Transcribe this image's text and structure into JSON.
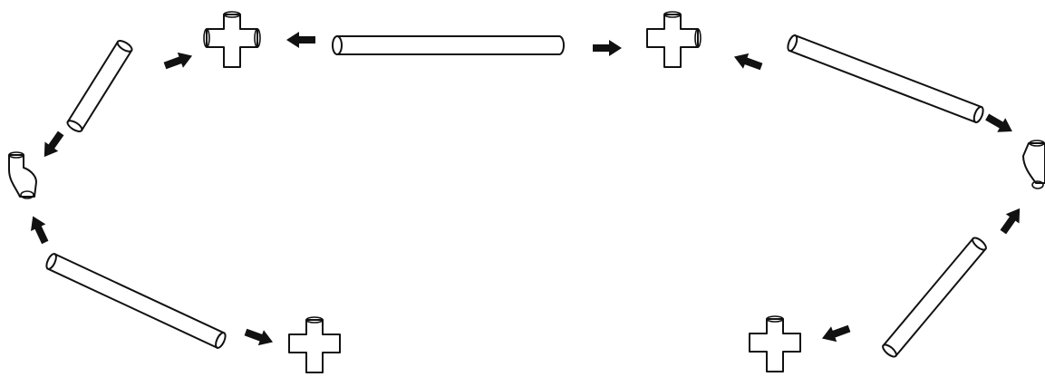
{
  "diagram": {
    "kind": "pipe-assembly-cycle",
    "colors": {
      "line": "#111111",
      "fill": "#ffffff",
      "arrow": "#111111"
    },
    "pipes": [
      {
        "id": "top-pipe"
      },
      {
        "id": "upper-left-pipe"
      },
      {
        "id": "upper-right-pipe"
      },
      {
        "id": "lower-left-pipe"
      },
      {
        "id": "lower-right-pipe"
      }
    ],
    "fittings": [
      {
        "id": "cross-top-left",
        "icon": "cross-fitting-icon"
      },
      {
        "id": "cross-top-right",
        "icon": "cross-fitting-icon"
      },
      {
        "id": "elbow-left",
        "icon": "elbow-fitting-icon"
      },
      {
        "id": "elbow-right",
        "icon": "elbow-fitting-icon"
      },
      {
        "id": "cross-bottom-left",
        "icon": "cross-fitting-icon"
      },
      {
        "id": "cross-bottom-right",
        "icon": "cross-fitting-icon"
      }
    ],
    "arrow_count": 10,
    "arrow_icon": "arrow-icon"
  }
}
